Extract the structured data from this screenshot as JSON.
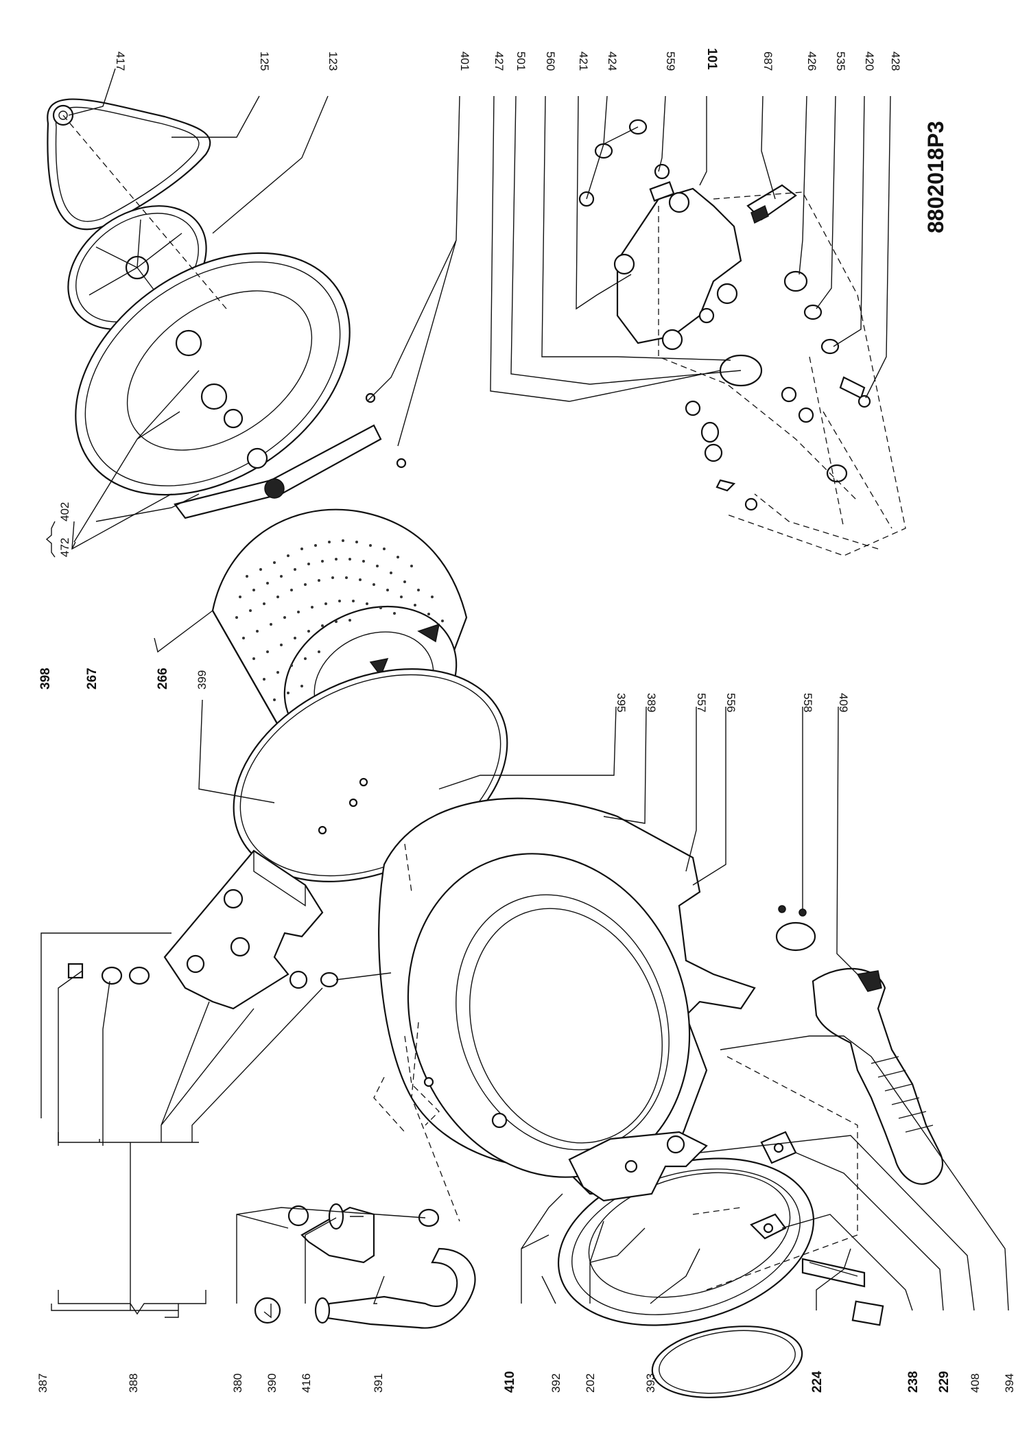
{
  "drawing_code": "8802018P3",
  "labels": [
    {
      "id": "417",
      "bold": false
    },
    {
      "id": "125",
      "bold": false
    },
    {
      "id": "123",
      "bold": false
    },
    {
      "id": "401",
      "bold": false
    },
    {
      "id": "427",
      "bold": false
    },
    {
      "id": "501",
      "bold": false
    },
    {
      "id": "560",
      "bold": false
    },
    {
      "id": "421",
      "bold": false
    },
    {
      "id": "424",
      "bold": false
    },
    {
      "id": "559",
      "bold": false
    },
    {
      "id": "101",
      "bold": true
    },
    {
      "id": "687",
      "bold": false
    },
    {
      "id": "426",
      "bold": false
    },
    {
      "id": "535",
      "bold": false
    },
    {
      "id": "420",
      "bold": false
    },
    {
      "id": "428",
      "bold": false
    },
    {
      "id": "402",
      "bold": false
    },
    {
      "id": "472",
      "bold": false
    },
    {
      "id": "398",
      "bold": true
    },
    {
      "id": "267",
      "bold": true
    },
    {
      "id": "266",
      "bold": true
    },
    {
      "id": "399",
      "bold": false
    },
    {
      "id": "395",
      "bold": false
    },
    {
      "id": "389",
      "bold": false
    },
    {
      "id": "557",
      "bold": false
    },
    {
      "id": "556",
      "bold": false
    },
    {
      "id": "558",
      "bold": false
    },
    {
      "id": "409",
      "bold": false
    },
    {
      "id": "387",
      "bold": false
    },
    {
      "id": "388",
      "bold": false
    },
    {
      "id": "380",
      "bold": false
    },
    {
      "id": "390",
      "bold": false
    },
    {
      "id": "416",
      "bold": false
    },
    {
      "id": "391",
      "bold": false
    },
    {
      "id": "410",
      "bold": true
    },
    {
      "id": "392",
      "bold": false
    },
    {
      "id": "202",
      "bold": false
    },
    {
      "id": "393",
      "bold": false
    },
    {
      "id": "224",
      "bold": true
    },
    {
      "id": "238",
      "bold": true
    },
    {
      "id": "229",
      "bold": true
    },
    {
      "id": "408",
      "bold": false
    },
    {
      "id": "394",
      "bold": false
    }
  ]
}
